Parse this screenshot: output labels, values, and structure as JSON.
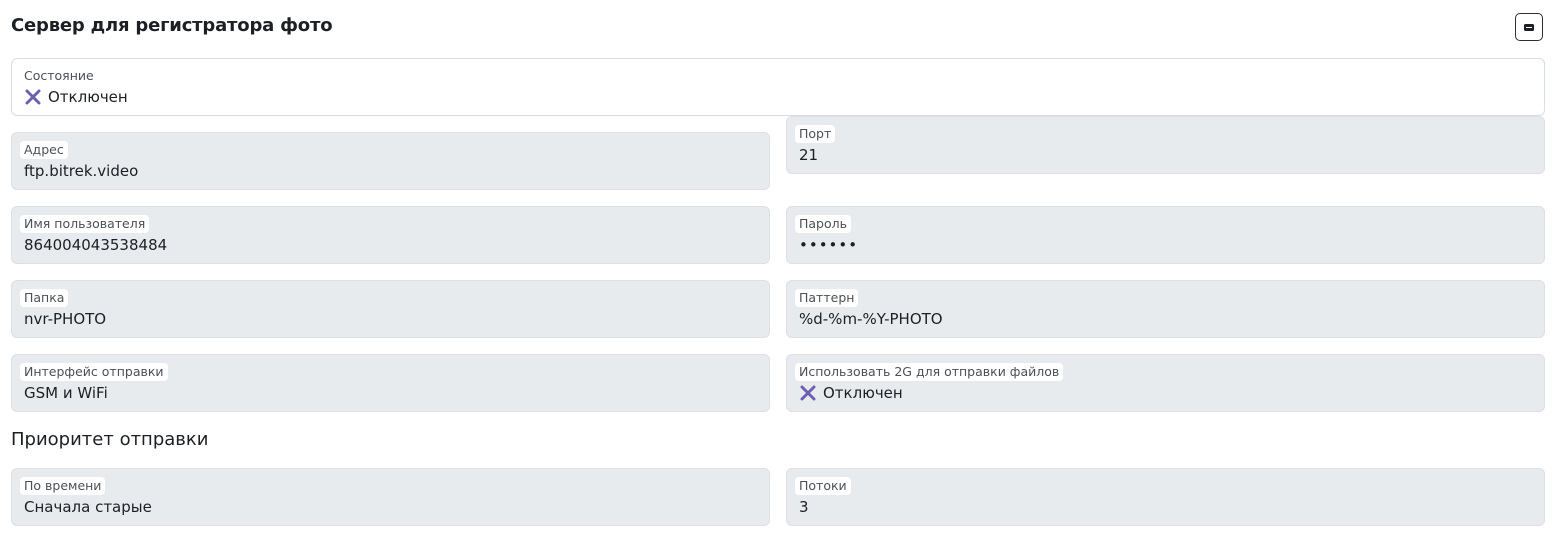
{
  "title": "Сервер для регистратора фото",
  "status": {
    "label": "Состояние",
    "value": "Отключен",
    "icon": "x-icon"
  },
  "fields": {
    "address": {
      "label": "Адрес",
      "value": "ftp.bitrek.video"
    },
    "port": {
      "label": "Порт",
      "value": "21"
    },
    "username": {
      "label": "Имя пользователя",
      "value": "864004043538484"
    },
    "password": {
      "label": "Пароль",
      "value": "••••••"
    },
    "folder": {
      "label": "Папка",
      "value": "nvr-PHOTO"
    },
    "pattern": {
      "label": "Паттерн",
      "value": "%d-%m-%Y-PHOTO"
    },
    "interface": {
      "label": "Интерфейс отправки",
      "value": "GSM и WiFi"
    },
    "use2g": {
      "label": "Использовать 2G для отправки файлов",
      "value": "Отключен",
      "icon": "x-icon"
    }
  },
  "priority": {
    "heading": "Приоритет отправки",
    "by_time": {
      "label": "По времени",
      "value": "Сначала старые"
    },
    "threads": {
      "label": "Потоки",
      "value": "3"
    }
  },
  "colors": {
    "x_icon": "#6f5fb0",
    "field_bg": "#e8ebee"
  }
}
